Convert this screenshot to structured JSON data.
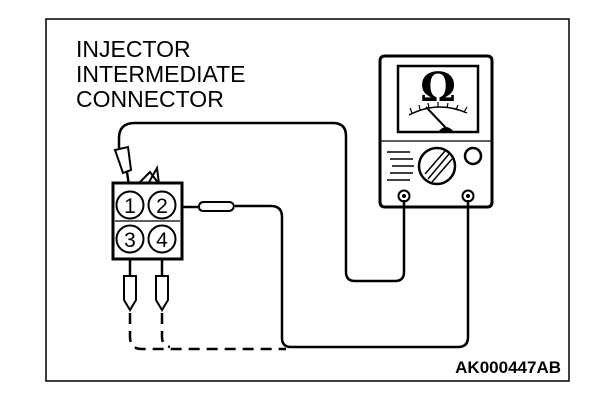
{
  "title_lines": [
    "INJECTOR",
    "INTERMEDIATE",
    "CONNECTOR"
  ],
  "connector_pins": [
    "1",
    "2",
    "3",
    "4"
  ],
  "meter_symbol": "Ω",
  "figure_code": "AK000447AB"
}
